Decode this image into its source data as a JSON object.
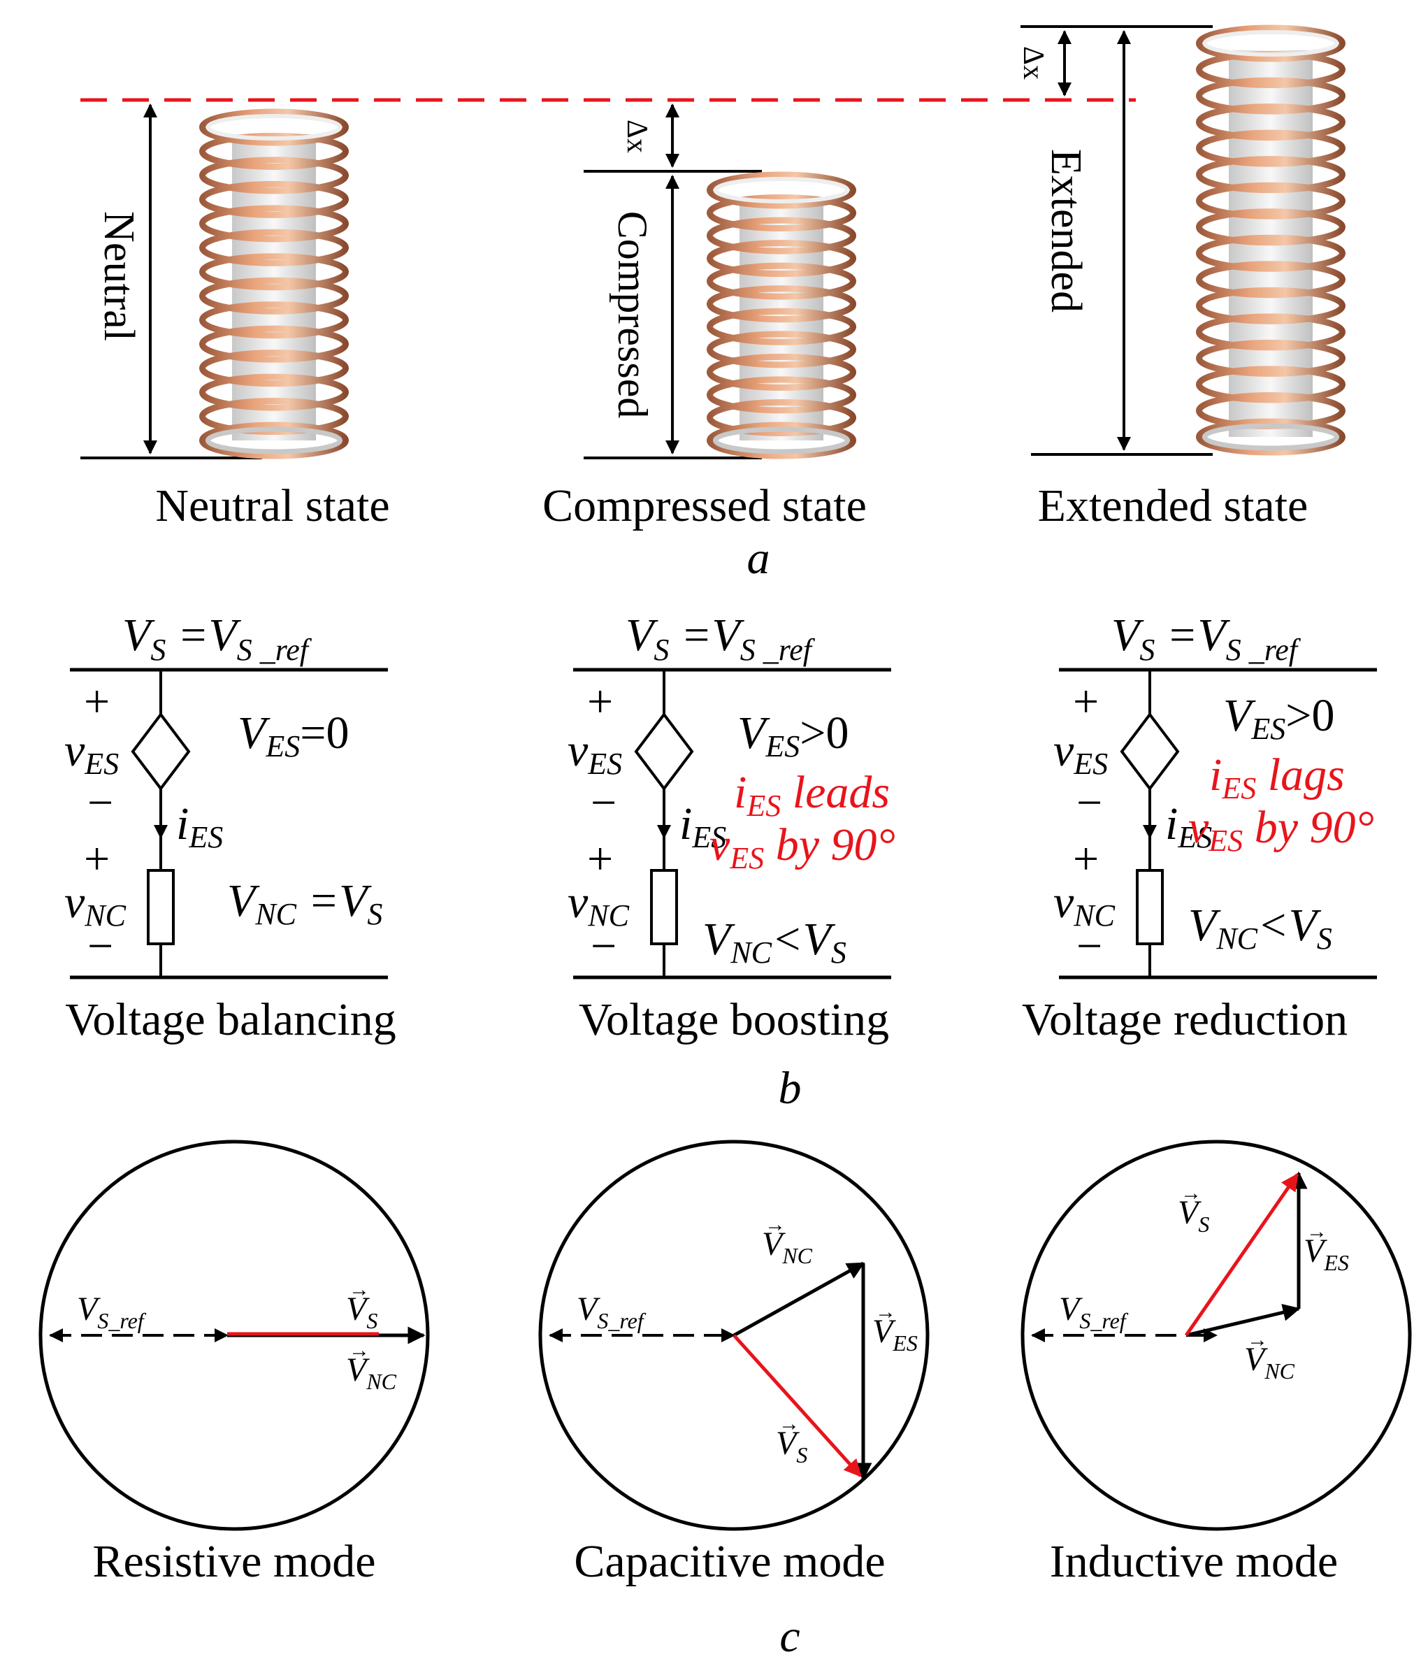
{
  "colors": {
    "accent": "#e8141b",
    "ink": "#000000",
    "coil_copper": "#c9825e",
    "coil_silver": "#d9d9d9"
  },
  "panel_a": {
    "tag": "a",
    "states": [
      {
        "caption": "Neutral state",
        "dim_label": "Neutral"
      },
      {
        "caption": "Compressed state",
        "dim_label": "Compressed",
        "delta_label": "Δx"
      },
      {
        "caption": "Extended state",
        "dim_label": "Extended",
        "delta_label": "Δx"
      }
    ]
  },
  "panel_b": {
    "tag": "b",
    "common": {
      "bus_left": "V",
      "bus_left_sub": "S",
      "bus_eq": " =",
      "bus_right": "V",
      "bus_right_sub": "S _ref",
      "plus": "+",
      "minus": "−",
      "ves": "v",
      "ves_sub": "ES",
      "ies": "i",
      "ies_sub": "ES",
      "vnc": "v",
      "vnc_sub": "NC"
    },
    "circuits": [
      {
        "caption": "Voltage balancing",
        "eq1": {
          "v": "V",
          "sub": "ES",
          "rel": "=0"
        },
        "eq2": {
          "v": "V",
          "sub": "NC",
          "rel": " =V",
          "rhs_sub": "S"
        }
      },
      {
        "caption": "Voltage boosting",
        "eq1": {
          "v": "V",
          "sub": "ES",
          "rel": ">0"
        },
        "red1": {
          "v": "i",
          "sub": "ES",
          "text": " leads"
        },
        "red2": {
          "v": "v",
          "sub": "ES",
          "text": " by 90°"
        },
        "eq2": {
          "v": "V",
          "sub": "NC",
          "rel": "<V",
          "rhs_sub": "S"
        }
      },
      {
        "caption": "Voltage reduction",
        "eq1": {
          "v": "V",
          "sub": "ES",
          "rel": ">0"
        },
        "red1": {
          "v": "i",
          "sub": "ES",
          "text": " lags"
        },
        "red2": {
          "v": "v",
          "sub": "ES",
          "text": " by 90°"
        },
        "eq2": {
          "v": "V",
          "sub": "NC",
          "rel": "<V",
          "rhs_sub": "S"
        }
      }
    ]
  },
  "panel_c": {
    "tag": "c",
    "labels": {
      "vsref": "V",
      "vsref_sub": "S_ref",
      "vs": "V",
      "vs_sub": "S",
      "vnc": "V",
      "vnc_sub": "NC",
      "ves": "V",
      "ves_sub": "ES",
      "arrow_glyph": "→"
    },
    "modes": [
      {
        "caption": "Resistive mode"
      },
      {
        "caption": "Capacitive mode"
      },
      {
        "caption": "Inductive mode"
      }
    ]
  }
}
